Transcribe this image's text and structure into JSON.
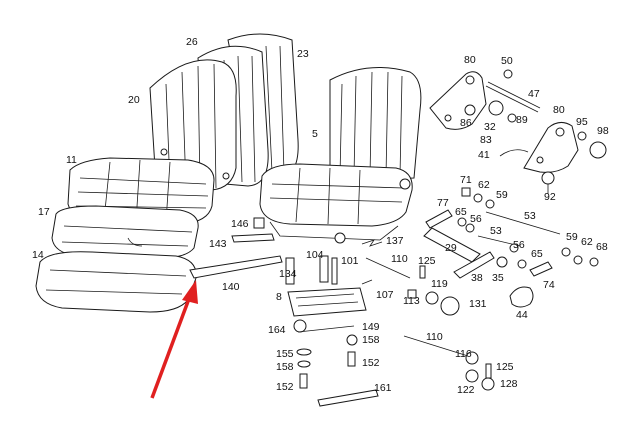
{
  "diagram": {
    "callouts": [
      "20",
      "26",
      "23",
      "11",
      "17",
      "14",
      "5",
      "80",
      "50",
      "47",
      "86",
      "32",
      "89",
      "83",
      "80b",
      "95",
      "98",
      "41",
      "92",
      "71",
      "62",
      "59",
      "77",
      "65",
      "56",
      "53",
      "29",
      "38",
      "35",
      "56b",
      "65b",
      "53b",
      "59b",
      "62b",
      "68",
      "74",
      "44",
      "146",
      "143",
      "137",
      "104",
      "101",
      "110",
      "125",
      "134",
      "140",
      "8",
      "107",
      "113",
      "119",
      "131",
      "164",
      "149",
      "158",
      "155",
      "158b",
      "152",
      "152b",
      "110b",
      "116",
      "125b",
      "122",
      "128",
      "161"
    ],
    "labels": {
      "20": "20",
      "26": "26",
      "23": "23",
      "11": "11",
      "17": "17",
      "14": "14",
      "5": "5",
      "80": "80",
      "50": "50",
      "47": "47",
      "86": "86",
      "32": "32",
      "89": "89",
      "83": "83",
      "80b": "80",
      "95": "95",
      "98": "98",
      "41": "41",
      "92": "92",
      "71": "71",
      "62": "62",
      "59": "59",
      "77": "77",
      "65": "65",
      "56": "56",
      "53": "53",
      "29": "29",
      "38": "38",
      "35": "35",
      "56b": "56",
      "65b": "65",
      "53b": "53",
      "59b": "59",
      "62b": "62",
      "68": "68",
      "74": "74",
      "44": "44",
      "146": "146",
      "143": "143",
      "137": "137",
      "104": "104",
      "101": "101",
      "110": "110",
      "125": "125",
      "134": "134",
      "140": "140",
      "8": "8",
      "107": "107",
      "113": "113",
      "119": "119",
      "131": "131",
      "164": "164",
      "149": "149",
      "158": "158",
      "155": "155",
      "158b": "158",
      "152": "152",
      "152b": "152",
      "110b": "110",
      "116": "116",
      "125b": "125",
      "122": "122",
      "128": "128",
      "161": "161"
    },
    "highlight_arrow_color": "#e02020"
  }
}
